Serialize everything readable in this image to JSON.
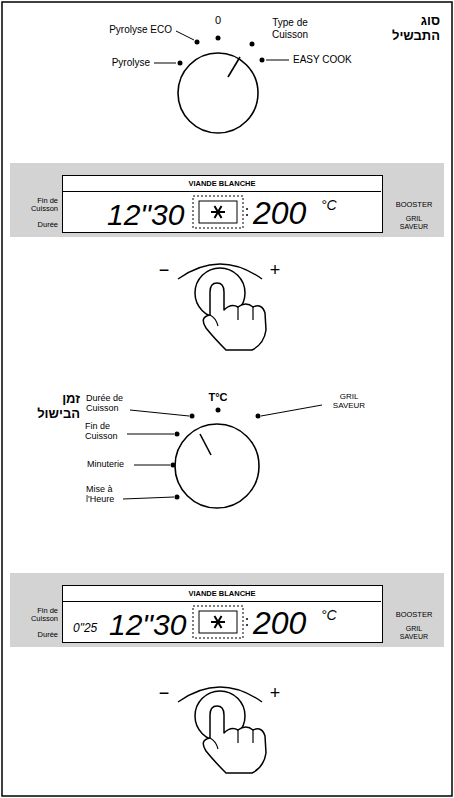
{
  "diagram": {
    "nodes": [
      {
        "text": [
          "Fin de Cuisson",
          "Durée",
          "BOOSTER",
          "GRIL SAVEUR"
        ]
      },
      {
        "text": [
          "VIANDE BLANCHE",
          "12\"30",
          "200",
          "°C"
        ],
        "in": 0
      },
      {
        "text": [
          "Fin de Cuisson",
          "Durée",
          "BOOSTER",
          "GRIL SAVEUR"
        ]
      },
      {
        "text": [
          "VIANDE BLANCHE",
          "0\"25",
          "12\"30",
          "200",
          "°C"
        ],
        "in": 2
      }
    ],
    "labels": [
      "Pyrolyse ECO",
      "0",
      "Type de Cuisson",
      "סוג התבשיל",
      "Pyrolyse",
      "EASY COOK",
      "−",
      "+",
      "זמן הבישול",
      "Durée de Cuisson",
      "T°C",
      "GRIL SAVEUR",
      "Fin de Cuisson",
      "Minuterie",
      "Mise à l'Heure",
      "−",
      "+"
    ]
  }
}
